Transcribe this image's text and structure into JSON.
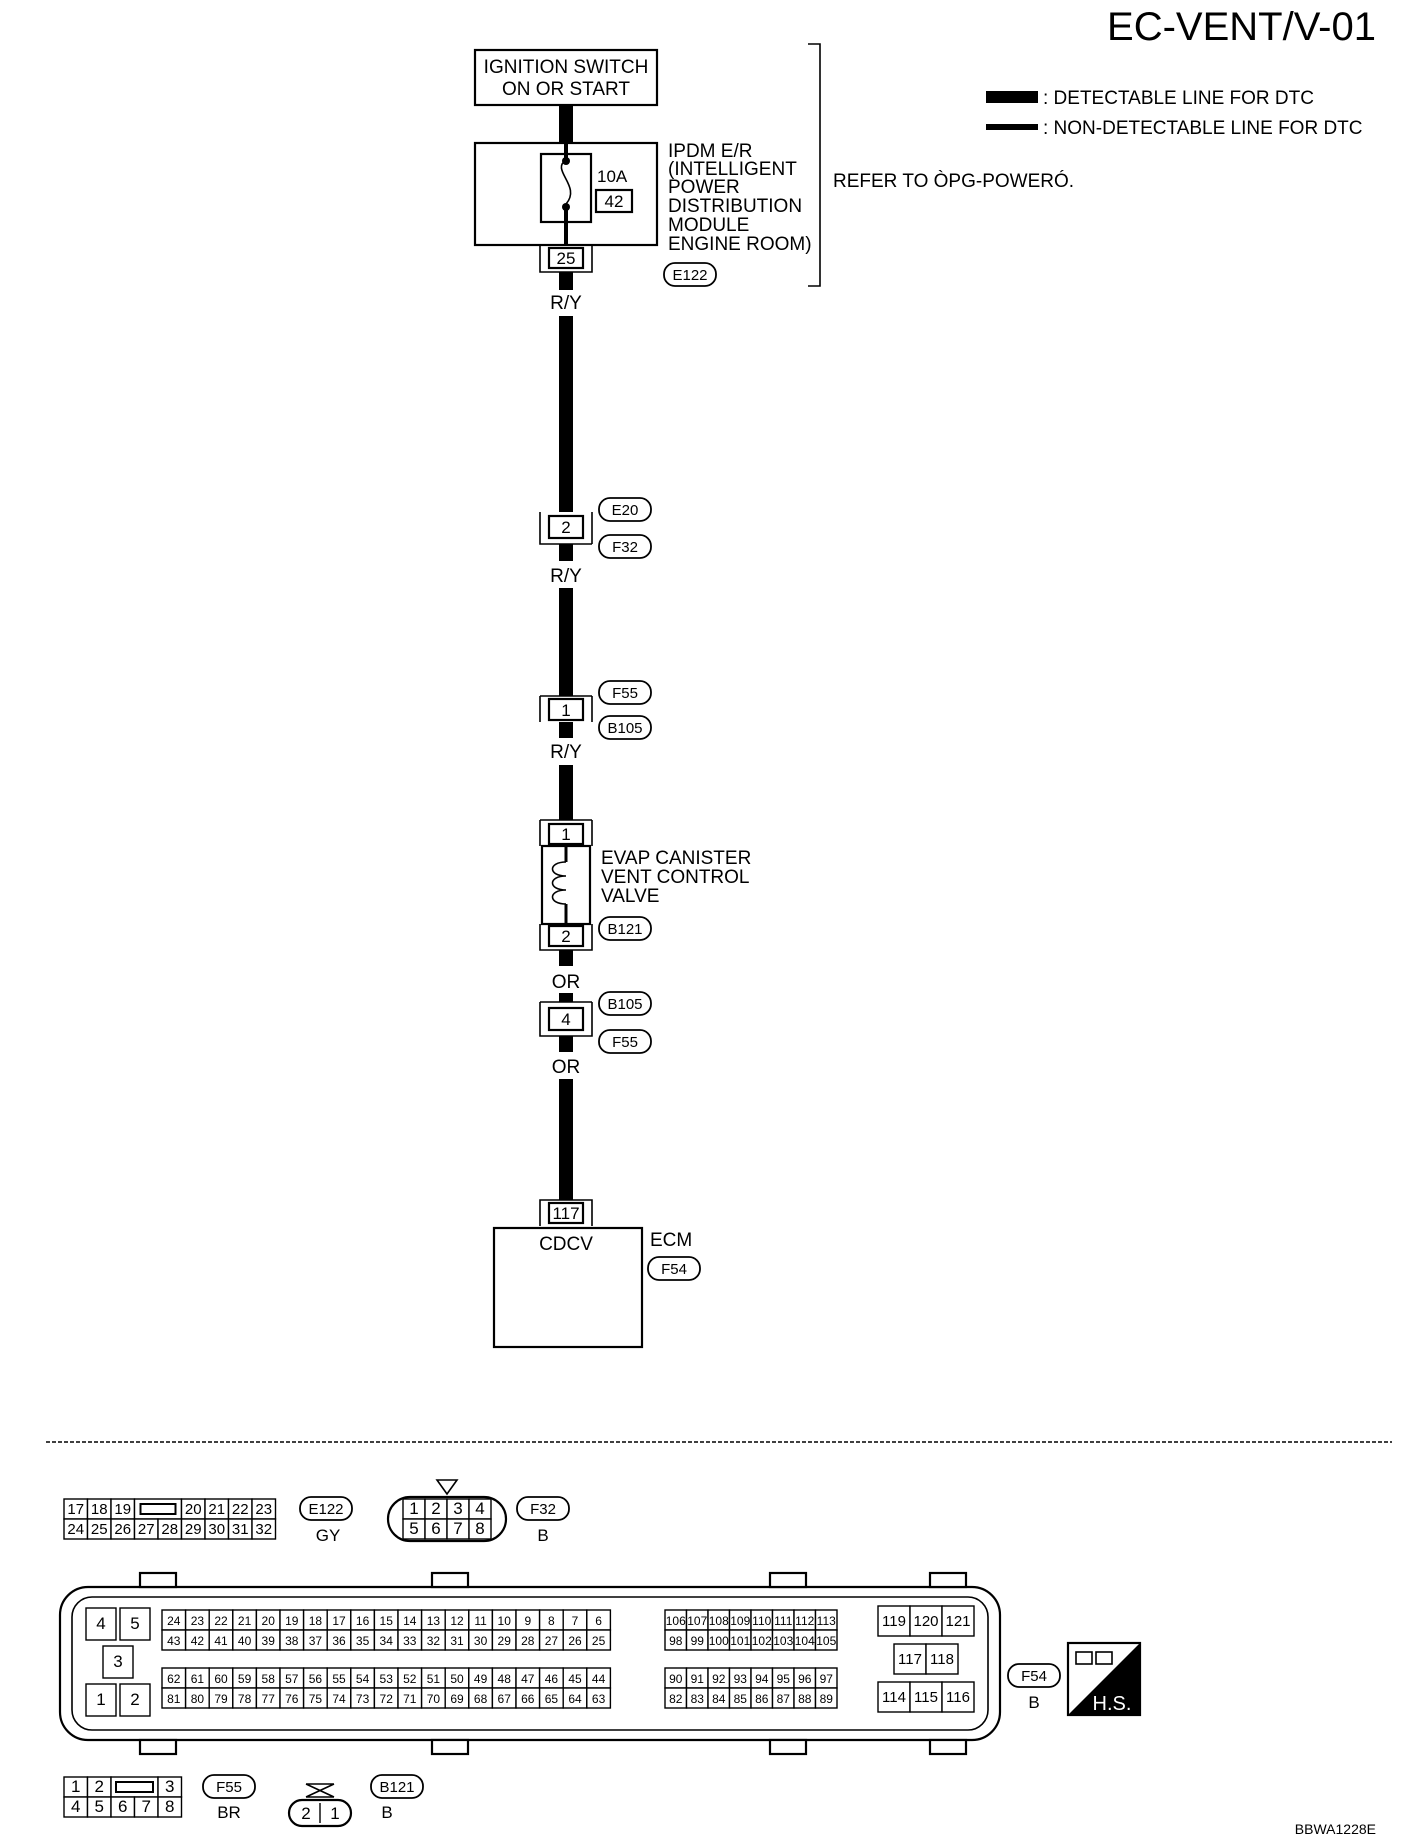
{
  "header": {
    "code": "EC-VENT/V-01",
    "ref": "BBWA1228E"
  },
  "legend": {
    "detectable": ": DETECTABLE LINE FOR DTC",
    "non_detectable": ": NON-DETECTABLE LINE FOR DTC"
  },
  "refer": "REFER TO ÒPG-POWERÓ.",
  "ignition": {
    "line1": "IGNITION SWITCH",
    "line2": "ON OR START"
  },
  "ipdm": {
    "lines": [
      "IPDM E/R",
      "(INTELLIGENT",
      "POWER",
      "DISTRIBUTION",
      "MODULE",
      "ENGINE ROOM)"
    ],
    "fuse_rating": "10A",
    "fuse_no": "42",
    "terminal": "25",
    "connector": "E122"
  },
  "wires": {
    "w1": "R/Y",
    "w2": "R/Y",
    "w3": "R/Y",
    "w4": "OR",
    "w5": "OR"
  },
  "junction1": {
    "pin": "2",
    "top": "E20",
    "bottom": "F32"
  },
  "junction2": {
    "pin": "1",
    "top": "F55",
    "bottom": "B105"
  },
  "valve": {
    "lines": [
      "EVAP CANISTER",
      "VENT CONTROL",
      "VALVE"
    ],
    "pin_top": "1",
    "pin_bottom": "2",
    "connector": "B121"
  },
  "junction3": {
    "pin": "4",
    "top": "B105",
    "bottom": "F55"
  },
  "ecm": {
    "terminal": "117",
    "signal": "CDCV",
    "label": "ECM",
    "connector": "F54"
  },
  "connectors": {
    "e122": {
      "id": "E122",
      "color": "GY",
      "row1": [
        "17",
        "18",
        "19",
        "20",
        "21",
        "22",
        "23"
      ],
      "row2": [
        "24",
        "25",
        "26",
        "27",
        "28",
        "29",
        "30",
        "31",
        "32"
      ]
    },
    "f32": {
      "id": "F32",
      "color": "B",
      "row1": [
        "1",
        "2",
        "3",
        "4"
      ],
      "row2": [
        "5",
        "6",
        "7",
        "8"
      ]
    },
    "f54": {
      "id": "F54",
      "color": "B",
      "left": [
        "4",
        "5",
        "3",
        "1",
        "2"
      ],
      "r1": [
        "24",
        "23",
        "22",
        "21",
        "20",
        "19",
        "18",
        "17",
        "16",
        "15",
        "14",
        "13",
        "12",
        "11",
        "10",
        "9",
        "8",
        "7",
        "6"
      ],
      "r2": [
        "43",
        "42",
        "41",
        "40",
        "39",
        "38",
        "37",
        "36",
        "35",
        "34",
        "33",
        "32",
        "31",
        "30",
        "29",
        "28",
        "27",
        "26",
        "25"
      ],
      "r3": [
        "62",
        "61",
        "60",
        "59",
        "58",
        "57",
        "56",
        "55",
        "54",
        "53",
        "52",
        "51",
        "50",
        "49",
        "48",
        "47",
        "46",
        "45",
        "44"
      ],
      "r4": [
        "81",
        "80",
        "79",
        "78",
        "77",
        "76",
        "75",
        "74",
        "73",
        "72",
        "71",
        "70",
        "69",
        "68",
        "67",
        "66",
        "65",
        "64",
        "63"
      ],
      "m1": [
        "106",
        "107",
        "108",
        "109",
        "110",
        "111",
        "112",
        "113"
      ],
      "m2": [
        "98",
        "99",
        "100",
        "101",
        "102",
        "103",
        "104",
        "105"
      ],
      "m3": [
        "90",
        "91",
        "92",
        "93",
        "94",
        "95",
        "96",
        "97"
      ],
      "m4": [
        "82",
        "83",
        "84",
        "85",
        "86",
        "87",
        "88",
        "89"
      ],
      "right": [
        "119",
        "120",
        "121",
        "117",
        "118",
        "114",
        "115",
        "116"
      ]
    },
    "f55": {
      "id": "F55",
      "color": "BR",
      "row1": [
        "1",
        "2",
        "3"
      ],
      "row2": [
        "4",
        "5",
        "6",
        "7",
        "8"
      ]
    },
    "b121": {
      "id": "B121",
      "color": "B",
      "pins": [
        "2",
        "1"
      ]
    }
  },
  "hs_badge": "H.S."
}
